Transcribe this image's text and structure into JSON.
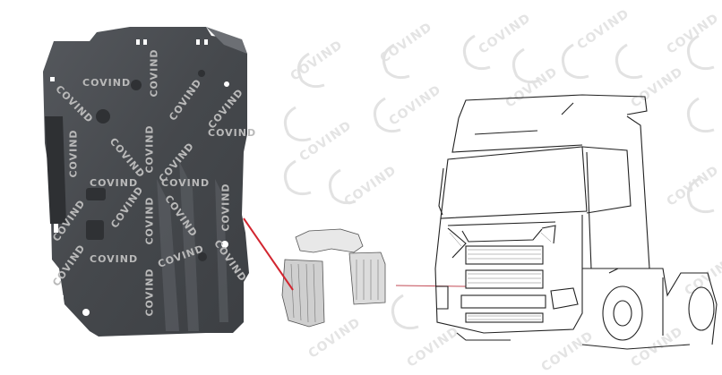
{
  "watermark": {
    "text": "COVIND",
    "part_color": "#b8b8b8",
    "background_color": "#e6e6e6"
  },
  "part_photo": {
    "label": "wheel arch liner (photo)",
    "fill_color": "#4a4c50",
    "highlight_color": "#6a6d72"
  },
  "diagram": {
    "label": "truck line drawing",
    "line_color": "#222222"
  },
  "pointer": {
    "color": "#d22630"
  }
}
